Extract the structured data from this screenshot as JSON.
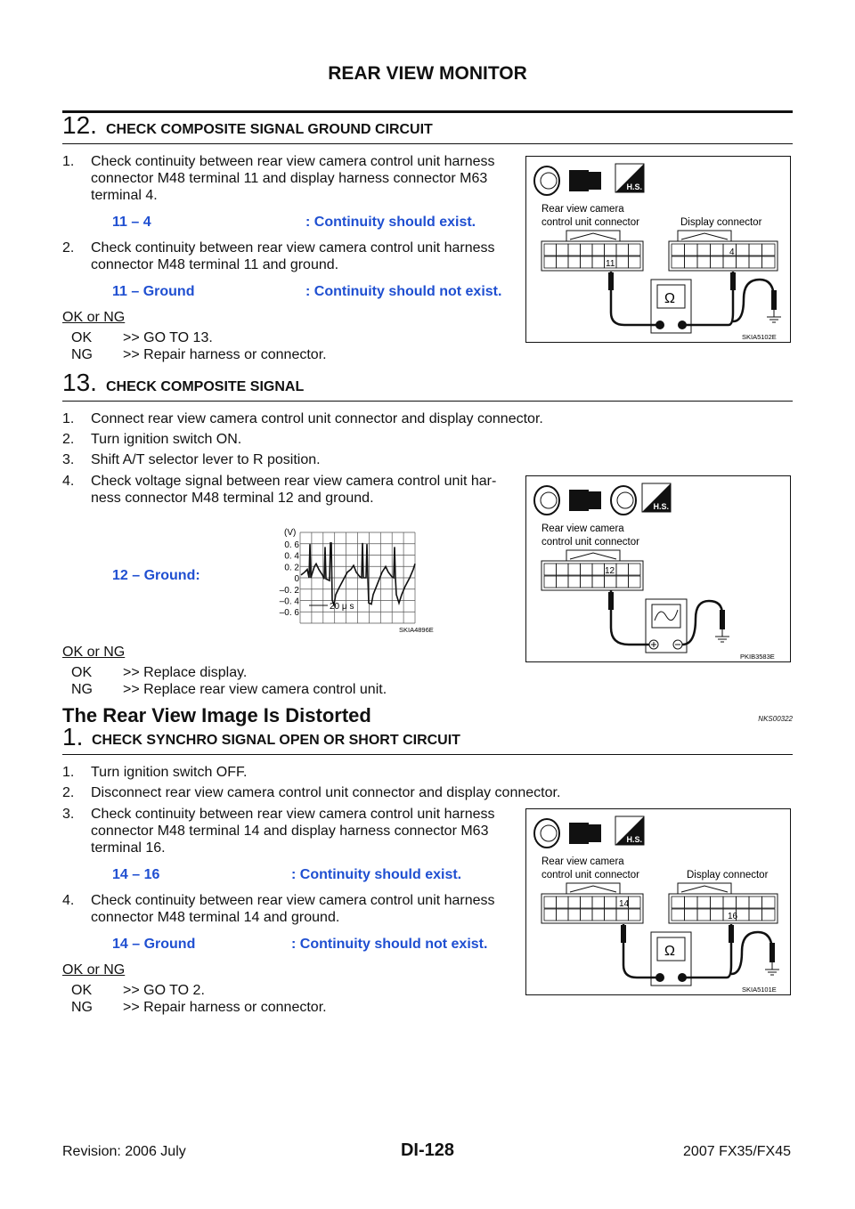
{
  "header": {
    "title": "REAR VIEW MONITOR"
  },
  "step12": {
    "num": "12.",
    "title": "CHECK COMPOSITE SIGNAL GROUND CIRCUIT",
    "items": [
      {
        "n": "1.",
        "l1": "Check continuity between rear view camera control unit harness",
        "l2": "connector M48 terminal 11 and display harness connector M63",
        "l3": "terminal 4."
      },
      {
        "n": "2.",
        "l1": "Check continuity between rear view camera control unit harness",
        "l2": "connector M48 terminal 11 and ground."
      }
    ],
    "spec1": {
      "a": "11 – 4",
      "b": ": Continuity should exist."
    },
    "spec2": {
      "a": "11 – Ground",
      "b": ": Continuity should not exist."
    },
    "okng": "OK or NG",
    "ok": "OK",
    "ok_action": ">> GO TO 13.",
    "ng": "NG",
    "ng_action": ">> Repair harness or connector.",
    "diagram": {
      "icon1": "OFF",
      "icon2": "DISCONNECT",
      "icon3": "H.S.",
      "label_left1": "Rear view camera",
      "label_left2": "control unit connector",
      "label_right": "Display connector",
      "pin_left": "11",
      "pin_right": "4",
      "meter": "Ω",
      "code": "SKIA5102E"
    }
  },
  "step13": {
    "num": "13.",
    "title": "CHECK COMPOSITE SIGNAL",
    "items": [
      {
        "n": "1.",
        "l1": "Connect rear view camera control unit connector and display connector."
      },
      {
        "n": "2.",
        "l1": "Turn ignition switch ON."
      },
      {
        "n": "3.",
        "l1": "Shift A/T selector lever to R position."
      },
      {
        "n": "4.",
        "l1": "Check voltage signal between rear view camera control unit har-",
        "l2": "ness connector M48 terminal 12 and ground."
      }
    ],
    "spec": "12 – Ground:",
    "waveform": {
      "unit": "(V)",
      "ticks": [
        "0. 6",
        "0. 4",
        "0. 2",
        "0",
        "–0. 2",
        "–0. 4",
        "–0. 6"
      ],
      "time": "20 μ s",
      "code": "SKIA4896E"
    },
    "okng": "OK or NG",
    "ok": "OK",
    "ok_action": ">> Replace display.",
    "ng": "NG",
    "ng_action": ">> Replace rear view camera control unit.",
    "diagram": {
      "icon1": "OFF",
      "icon2": "CONNECT",
      "icon3": "ON",
      "icon4": "H.S.",
      "label_left1": "Rear view camera",
      "label_left2": "control unit connector",
      "pin": "12",
      "code": "PKIB3583E"
    }
  },
  "section": {
    "title": "The Rear View Image Is Distorted",
    "code": "NKS00322"
  },
  "step1": {
    "num": "1.",
    "title": "CHECK SYNCHRO SIGNAL OPEN OR SHORT CIRCUIT",
    "items": [
      {
        "n": "1.",
        "l1": "Turn ignition switch OFF."
      },
      {
        "n": "2.",
        "l1": "Disconnect rear view camera control unit connector and display connector."
      },
      {
        "n": "3.",
        "l1": "Check continuity between rear view camera control unit harness",
        "l2": "connector M48 terminal 14 and display harness connector M63",
        "l3": "terminal 16."
      },
      {
        "n": "4.",
        "l1": "Check continuity between rear view camera control unit harness",
        "l2": "connector M48 terminal 14 and ground."
      }
    ],
    "spec1": {
      "a": "14 – 16",
      "b": ": Continuity should exist."
    },
    "spec2": {
      "a": "14 – Ground",
      "b": ": Continuity should not exist."
    },
    "okng": "OK or NG",
    "ok": "OK",
    "ok_action": ">> GO TO 2.",
    "ng": "NG",
    "ng_action": ">> Repair harness or connector.",
    "diagram": {
      "icon1": "OFF",
      "icon2": "DISCONNECT",
      "icon3": "H.S.",
      "label_left1": "Rear view camera",
      "label_left2": "control unit connector",
      "label_right": "Display connector",
      "pin_left": "14",
      "pin_right": "16",
      "meter": "Ω",
      "code": "SKIA5101E"
    }
  },
  "footer": {
    "revision": "Revision: 2006 July",
    "page": "DI-128",
    "model": "2007 FX35/FX45"
  }
}
